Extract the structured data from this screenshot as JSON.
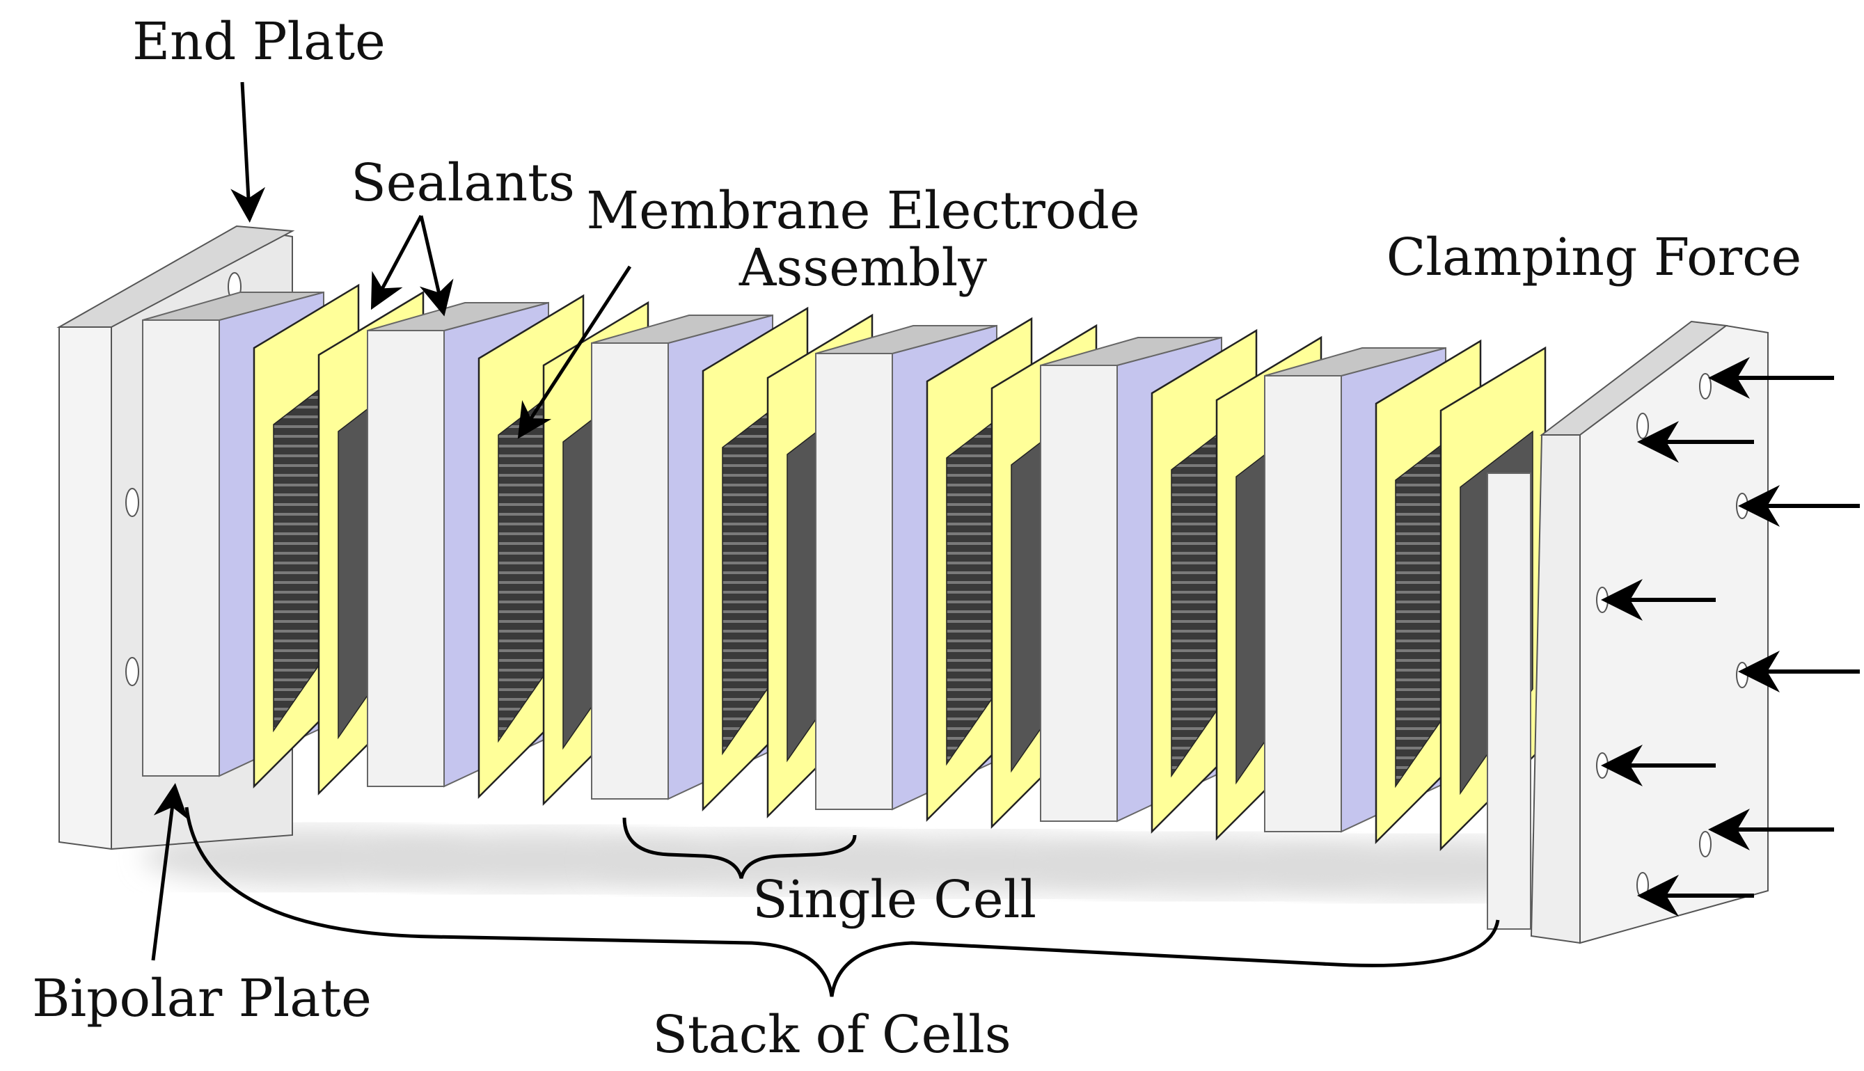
{
  "labels": {
    "end_plate": "End Plate",
    "sealants": "Sealants",
    "mea_line1": "Membrane Electrode",
    "mea_line2": "Assembly",
    "clamping_force": "Clamping Force",
    "bipolar_plate": "Bipolar Plate",
    "single_cell": "Single Cell",
    "stack_of_cells": "Stack of Cells"
  },
  "colors": {
    "plate_face": "#e4e4e4",
    "plate_front": "#f2f2f2",
    "plate_top": "#c6c6c6",
    "flow_field": "#c5c5ee",
    "sealant": "#ffff99",
    "electrode": "#2e2e2e",
    "electrode_mid": "#555555",
    "outline": "#222222",
    "arrow": "#000000",
    "shadow": "#dcdcdc"
  }
}
